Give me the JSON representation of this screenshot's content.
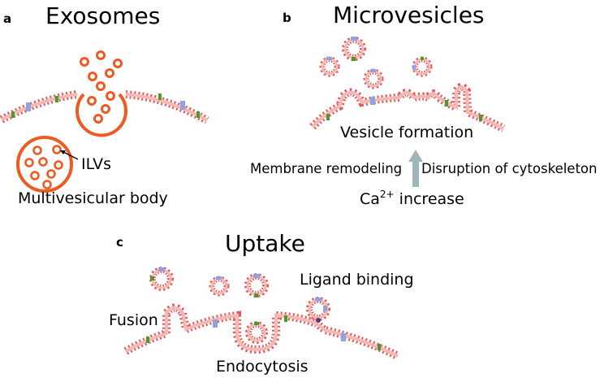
{
  "panels": {
    "a": {
      "letter": "a",
      "title": "Exosomes",
      "ilv_label": "ILVs",
      "mvb_label": "Multivesicular body"
    },
    "b": {
      "letter": "b",
      "title": "Microvesicles",
      "formation_label": "Vesicle formation",
      "left_cause": "Membrane remodeling",
      "right_cause": "Disruption of cytoskeleton",
      "trigger_prefix": "Ca",
      "trigger_sup": "2+",
      "trigger_suffix": " increase"
    },
    "c": {
      "letter": "c",
      "title": "Uptake",
      "fusion_label": "Fusion",
      "ligand_label": "Ligand binding",
      "endocytosis_label": "Endocytosis"
    }
  },
  "colors": {
    "exosome": "#ee5a24",
    "membrane_stroke": "#e0585c",
    "membrane_fill": "#f4b9b3",
    "protein_blue": "#8fa3e0",
    "protein_green": "#4a9a2e",
    "arrow": "#9fb4bf"
  }
}
